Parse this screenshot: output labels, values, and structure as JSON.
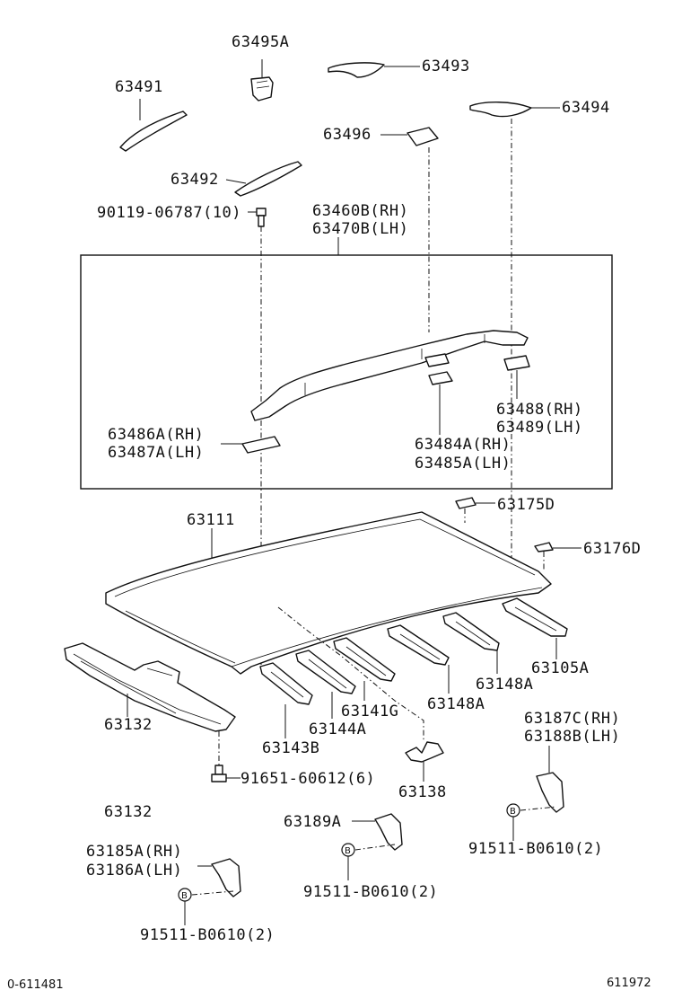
{
  "diagram": {
    "parts": [
      {
        "id": "p63495A",
        "label": "63495A"
      },
      {
        "id": "p63493",
        "label": "63493"
      },
      {
        "id": "p63491",
        "label": "63491"
      },
      {
        "id": "p63494",
        "label": "63494"
      },
      {
        "id": "p63496",
        "label": "63496"
      },
      {
        "id": "p63492",
        "label": "63492"
      },
      {
        "id": "p90119",
        "label": "90119-06787(10)"
      },
      {
        "id": "p63460B",
        "label": "63460B(RH)"
      },
      {
        "id": "p63470B",
        "label": "63470B(LH)"
      },
      {
        "id": "p63488",
        "label": "63488(RH)"
      },
      {
        "id": "p63489",
        "label": "63489(LH)"
      },
      {
        "id": "p63486A",
        "label": "63486A(RH)"
      },
      {
        "id": "p63487A",
        "label": "63487A(LH)"
      },
      {
        "id": "p63484A",
        "label": "63484A(RH)"
      },
      {
        "id": "p63485A",
        "label": "63485A(LH)"
      },
      {
        "id": "p63175D",
        "label": "63175D"
      },
      {
        "id": "p63111",
        "label": "63111"
      },
      {
        "id": "p63176D",
        "label": "63176D"
      },
      {
        "id": "p63105A",
        "label": "63105A"
      },
      {
        "id": "p63148A_1",
        "label": "63148A"
      },
      {
        "id": "p63148A_2",
        "label": "63148A"
      },
      {
        "id": "p63141G",
        "label": "63141G"
      },
      {
        "id": "p63144A",
        "label": "63144A"
      },
      {
        "id": "p63132_1",
        "label": "63132"
      },
      {
        "id": "p63143B",
        "label": "63143B"
      },
      {
        "id": "p63187C",
        "label": "63187C(RH)"
      },
      {
        "id": "p63188B",
        "label": "63188B(LH)"
      },
      {
        "id": "p91651",
        "label": "91651-60612(6)"
      },
      {
        "id": "p63138",
        "label": "63138"
      },
      {
        "id": "p63132_2",
        "label": "63132"
      },
      {
        "id": "p63189A",
        "label": "63189A"
      },
      {
        "id": "p91511_1",
        "label": "91511-B0610(2)"
      },
      {
        "id": "p63185A",
        "label": "63185A(RH)"
      },
      {
        "id": "p63186A",
        "label": "63186A(LH)"
      },
      {
        "id": "p91511_2",
        "label": "91511-B0610(2)"
      },
      {
        "id": "p91511_3",
        "label": "91511-B0610(2)"
      }
    ],
    "circle_mark": "B",
    "footer_left": "0-611481",
    "footer_right": "611972"
  }
}
